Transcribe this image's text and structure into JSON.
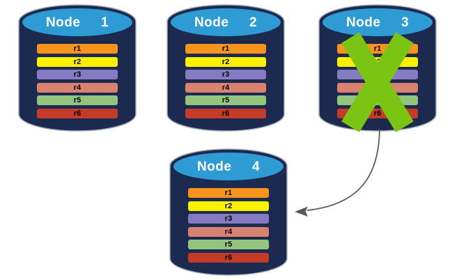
{
  "canvas": {
    "background": "#ffffff"
  },
  "colors": {
    "cylinder_body": "#1b2a4e",
    "cylinder_outline": "#a6aebc",
    "cylinder_top": "#2f9bd5",
    "node_title_text": "#ffffff",
    "row_label_text": "#000000",
    "failure_x": "#7cc414",
    "arrow": "#595959"
  },
  "nodes": [
    {
      "title": "Node  1",
      "failed": false,
      "rows": [
        {
          "label": "r1",
          "color": "#f7941e"
        },
        {
          "label": "r2",
          "color": "#fbf000"
        },
        {
          "label": "r3",
          "color": "#867bc2"
        },
        {
          "label": "r4",
          "color": "#d9826f"
        },
        {
          "label": "r5",
          "color": "#93c47e"
        },
        {
          "label": "r6",
          "color": "#c43b27"
        }
      ]
    },
    {
      "title": "Node  2",
      "failed": false,
      "rows": [
        {
          "label": "r1",
          "color": "#f7941e"
        },
        {
          "label": "r2",
          "color": "#fbf000"
        },
        {
          "label": "r3",
          "color": "#867bc2"
        },
        {
          "label": "r4",
          "color": "#d9826f"
        },
        {
          "label": "r5",
          "color": "#93c47e"
        },
        {
          "label": "r6",
          "color": "#c43b27"
        }
      ]
    },
    {
      "title": "Node  3",
      "failed": true,
      "rows": [
        {
          "label": "r1",
          "color": "#f7941e"
        },
        {
          "label": "r2",
          "color": "#fbf000"
        },
        {
          "label": "r3",
          "color": "#867bc2"
        },
        {
          "label": "r4",
          "color": "#d9826f"
        },
        {
          "label": "r5",
          "color": "#93c47e"
        },
        {
          "label": "r6",
          "color": "#c43b27"
        }
      ]
    },
    {
      "title": "Node  4",
      "failed": false,
      "rows": [
        {
          "label": "r1",
          "color": "#f7941e"
        },
        {
          "label": "r2",
          "color": "#fbf000"
        },
        {
          "label": "r3",
          "color": "#867bc2"
        },
        {
          "label": "r4",
          "color": "#d9826f"
        },
        {
          "label": "r5",
          "color": "#93c47e"
        },
        {
          "label": "r6",
          "color": "#c43b27"
        }
      ]
    }
  ],
  "arrow": {
    "from": "Node 3",
    "to": "Node 4"
  }
}
